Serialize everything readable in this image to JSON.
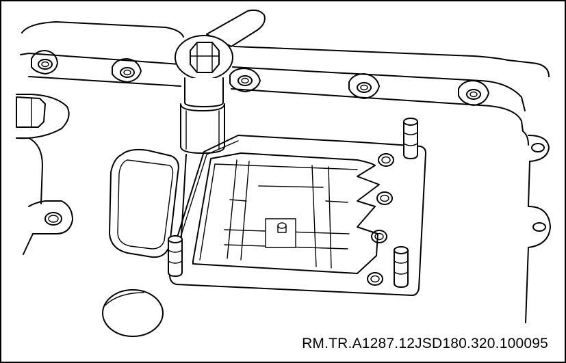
{
  "figure": {
    "reference_code": "RM.TR.A1287.12JSD180.320.100095"
  },
  "colors": {
    "line": "#000000",
    "background": "#ffffff"
  },
  "icons": {
    "wrench": "socket-wrench-illustration",
    "bolts": "bolt-boss-illustration",
    "dowels": "dowel-pin-illustration"
  }
}
